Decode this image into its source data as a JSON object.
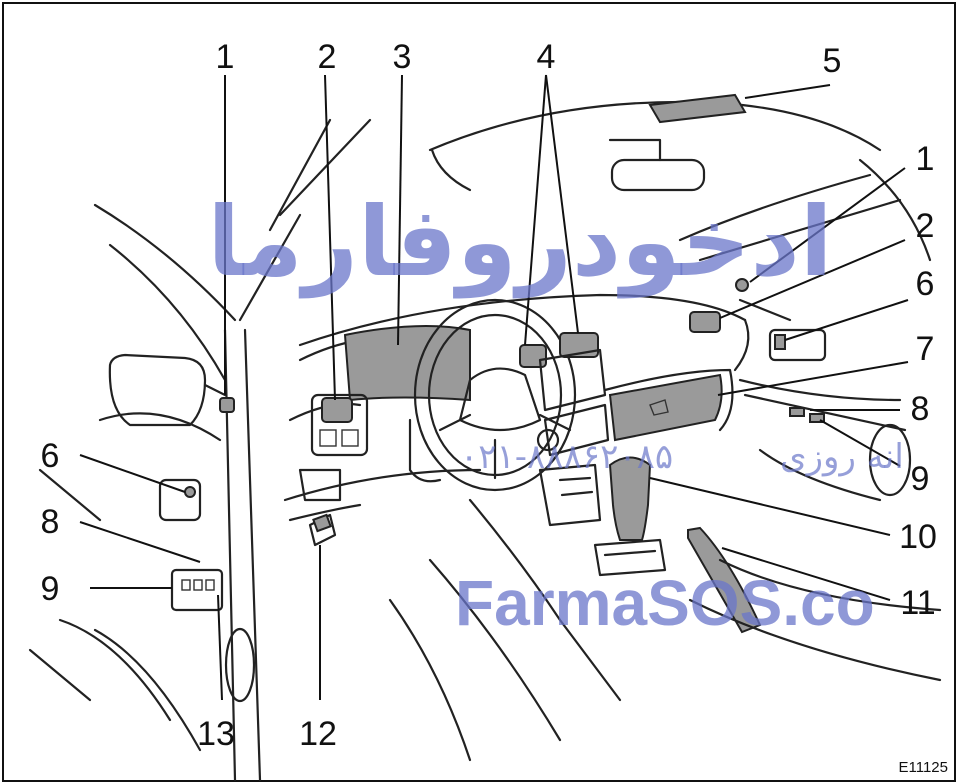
{
  "callouts": [
    "1",
    "2",
    "3",
    "4",
    "5",
    "1",
    "2",
    "6",
    "7",
    "8",
    "9",
    "10",
    "11",
    "6",
    "8",
    "9",
    "13",
    "12"
  ],
  "diagram_code": "E11125",
  "watermark": {
    "site": "FarmaSOS.co",
    "phone": "۰۲۱-۸۸۸۶۲۰۸۵",
    "phone_suffix": "انه روزی",
    "persian_logo": "ادخودروفارما"
  },
  "colors": {
    "callout": "#111111",
    "watermark": "#6a76c9",
    "shade": "#9a9a9a"
  }
}
